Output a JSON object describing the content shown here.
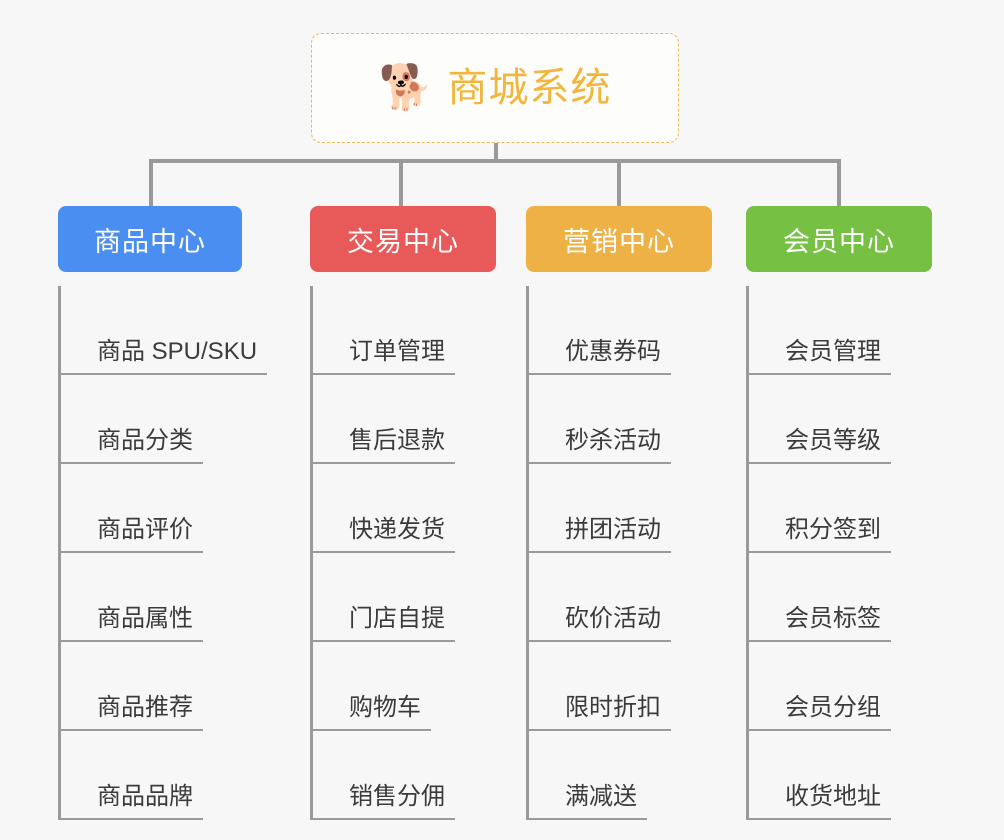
{
  "root": {
    "icon": "shiba-dog-face-emoji",
    "emoji": "🐕",
    "title": "商城系统",
    "accent_color": "#f2b63c",
    "border_color": "#e8b85e"
  },
  "connector_color": "#9a9a9a",
  "background_color": "#f7f7f7",
  "branches": [
    {
      "title": "商品中心",
      "color": "#4a8ef2",
      "items": [
        "商品 SPU/SKU",
        "商品分类",
        "商品评价",
        "商品属性",
        "商品推荐",
        "商品品牌"
      ]
    },
    {
      "title": "交易中心",
      "color": "#e85a5a",
      "items": [
        "订单管理",
        "售后退款",
        "快递发货",
        "门店自提",
        "购物车",
        "销售分佣"
      ]
    },
    {
      "title": "营销中心",
      "color": "#eeb146",
      "items": [
        "优惠券码",
        "秒杀活动",
        "拼团活动",
        "砍价活动",
        "限时折扣",
        "满减送"
      ]
    },
    {
      "title": "会员中心",
      "color": "#76c043",
      "items": [
        "会员管理",
        "会员等级",
        "积分签到",
        "会员标签",
        "会员分组",
        "收货地址"
      ]
    }
  ]
}
